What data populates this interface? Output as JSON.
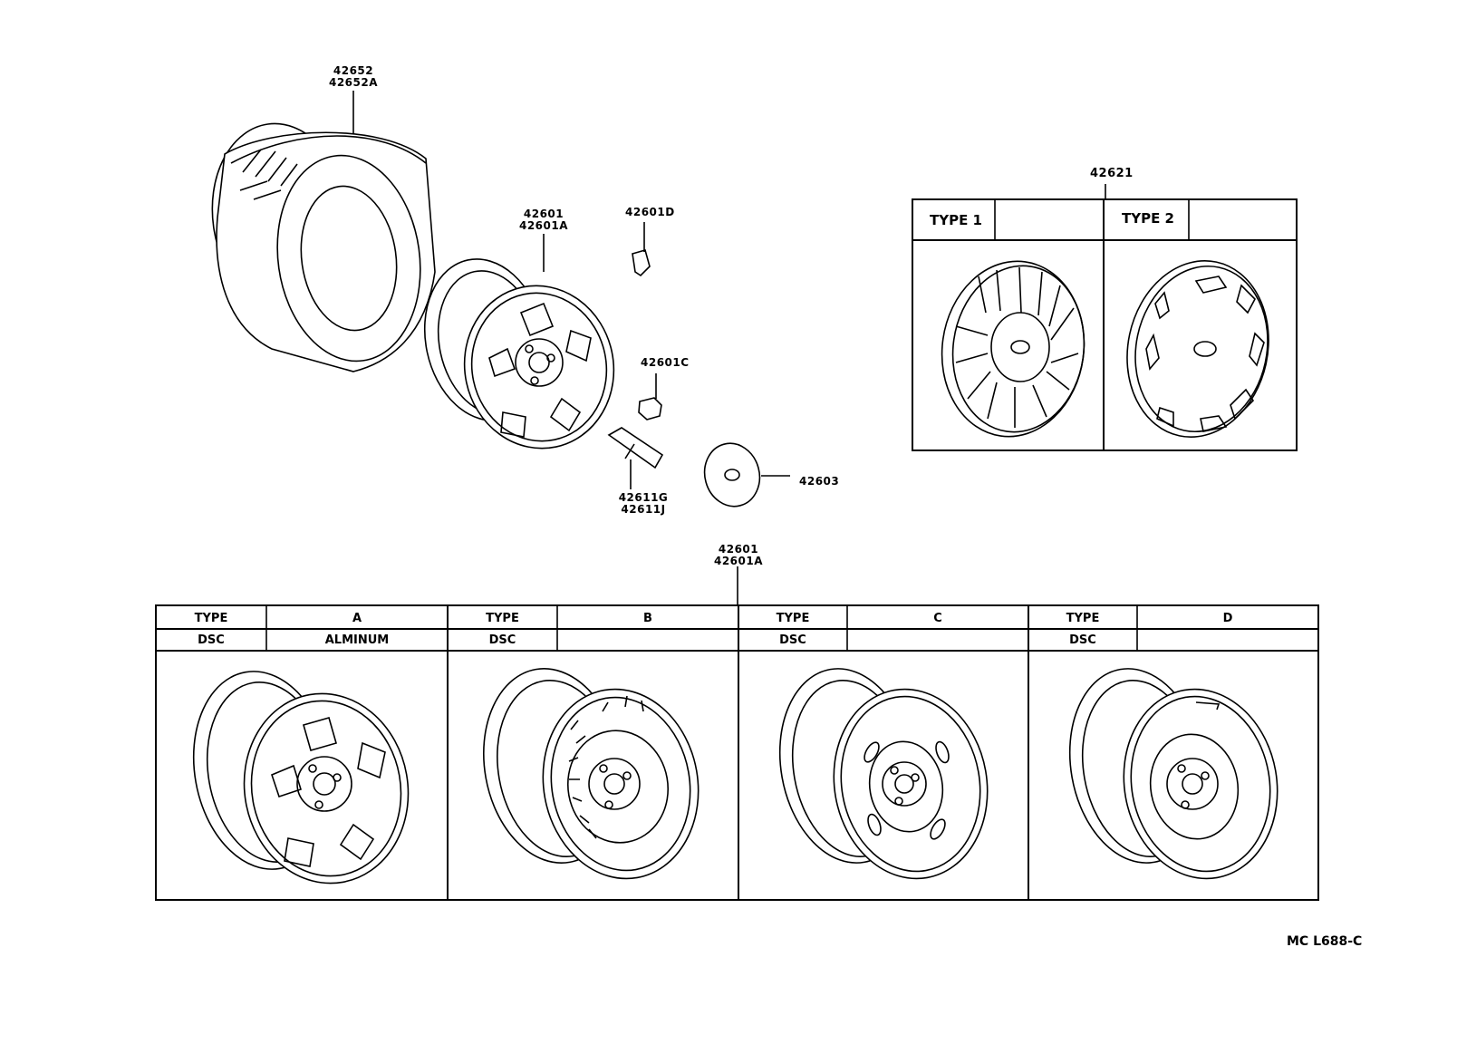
{
  "callouts": {
    "tire": [
      "42652",
      "42652A"
    ],
    "wheel_top": [
      "42601",
      "42601A"
    ],
    "valve_cap": "42601D",
    "nut": "42601C",
    "valve": [
      "42611G",
      "42611J"
    ],
    "center_cap": "42603",
    "wheel_cover": "42621",
    "wheel_bottom": [
      "42601",
      "42601A"
    ]
  },
  "cover_table": {
    "types": [
      "TYPE 1",
      "TYPE 2"
    ]
  },
  "wheel_table": {
    "type_label": "TYPE",
    "dsc_label": "DSC",
    "columns": [
      {
        "type": "A",
        "dsc": "ALMINUM"
      },
      {
        "type": "B",
        "dsc": ""
      },
      {
        "type": "C",
        "dsc": ""
      },
      {
        "type": "D",
        "dsc": ""
      }
    ]
  },
  "reference": "MC L688-C"
}
